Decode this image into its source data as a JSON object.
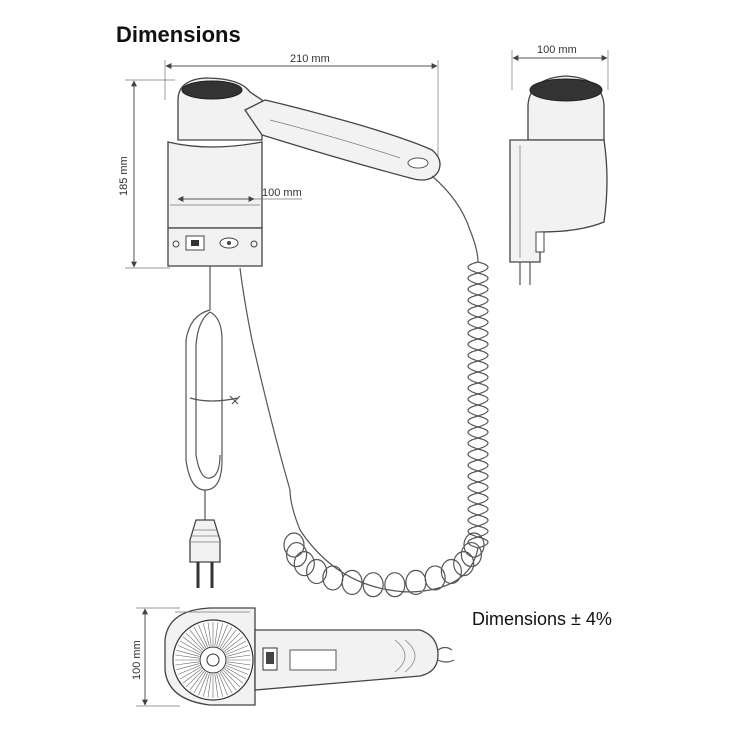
{
  "title": "Dimensions",
  "tolerance_note": "Dimensions ± 4%",
  "dimensions": {
    "front_width": "210 mm",
    "front_height": "185 mm",
    "front_depth": "100 mm",
    "side_width": "100 mm",
    "top_height": "100 mm"
  }
}
